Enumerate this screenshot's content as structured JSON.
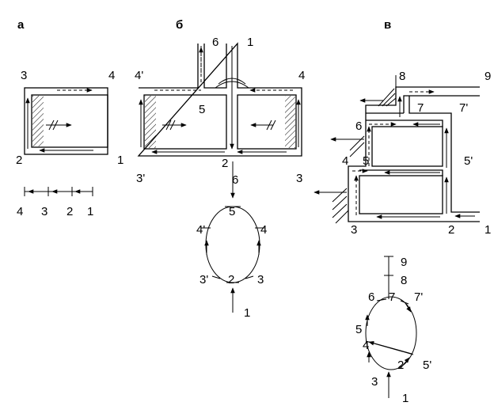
{
  "panels": {
    "a": {
      "title": "а",
      "nodes": [
        "1",
        "2",
        "3",
        "4"
      ],
      "sequence": [
        "4",
        "3",
        "2",
        "1"
      ]
    },
    "b": {
      "title": "б",
      "nodes": [
        "1",
        "2",
        "3",
        "3'",
        "4",
        "4'",
        "5",
        "6"
      ],
      "cycle": {
        "top": "5",
        "left_mid": "4'",
        "right_mid": "4",
        "left_low": "3'",
        "bottom": "2",
        "right_low": "3",
        "in": "1",
        "out": "6"
      }
    },
    "v": {
      "title": "в",
      "nodes": [
        "1",
        "2",
        "3",
        "4",
        "5",
        "5'",
        "6",
        "7",
        "7'",
        "8",
        "9"
      ],
      "graph": {
        "n9": "9",
        "n8": "8",
        "n6": "6",
        "n7": "7",
        "n7p": "7'",
        "n5": "5",
        "n4": "4",
        "n2": "2",
        "n5p": "5'",
        "n3": "3",
        "n1": "1"
      }
    }
  },
  "colors": {
    "line": "#000000",
    "background": "#ffffff"
  }
}
